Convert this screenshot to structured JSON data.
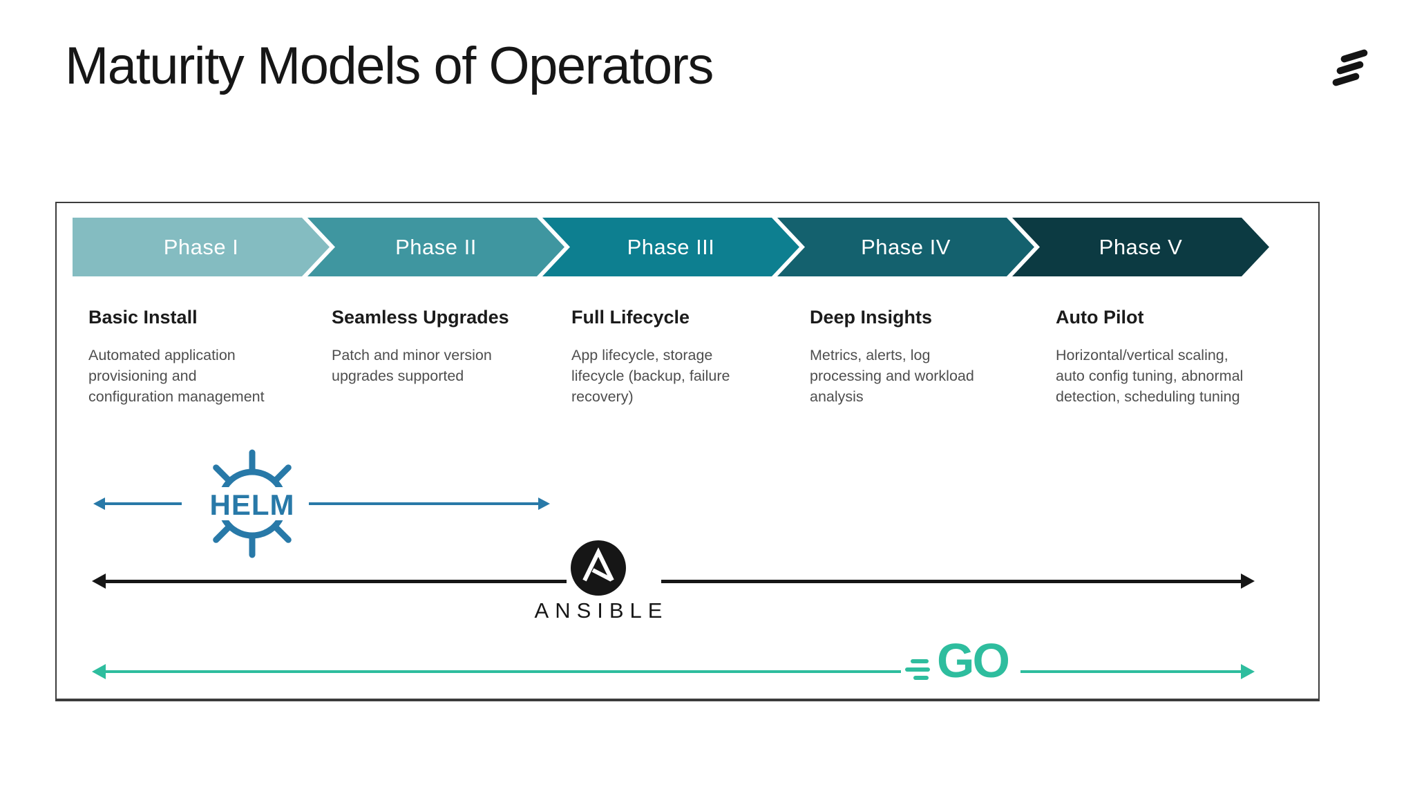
{
  "slide": {
    "title": "Maturity Models of Operators",
    "brand": "ericsson-logo"
  },
  "diagram": {
    "phases": [
      {
        "label": "Phase I",
        "color": "#84bcc1",
        "heading": "Basic Install",
        "description": "Automated application\nprovisioning and\nconfiguration management"
      },
      {
        "label": "Phase II",
        "color": "#3f96a0",
        "heading": "Seamless Upgrades",
        "description": "Patch and minor version\nupgrades supported"
      },
      {
        "label": "Phase III",
        "color": "#0d7f90",
        "heading": "Full Lifecycle",
        "description": "App lifecycle, storage\nlifecycle (backup, failure\nrecovery)"
      },
      {
        "label": "Phase IV",
        "color": "#14616e",
        "heading": "Deep Insights",
        "description": "Metrics, alerts, log\nprocessing and workload\nanalysis"
      },
      {
        "label": "Phase V",
        "color": "#0c3a42",
        "heading": "Auto Pilot",
        "description": "Horizontal/vertical scaling,\nauto config tuning, abnormal\ndetection, scheduling tuning"
      }
    ],
    "tools": [
      {
        "label": "HELM",
        "color": "#2879a8",
        "arrow_span": "Phase I – Phase II"
      },
      {
        "label": "ANSIBLE",
        "color": "#161616",
        "arrow_span": "Phase I – Phase V"
      },
      {
        "label": "GO",
        "color": "#2ebd9e",
        "arrow_span": "Phase I – Phase V"
      }
    ]
  }
}
